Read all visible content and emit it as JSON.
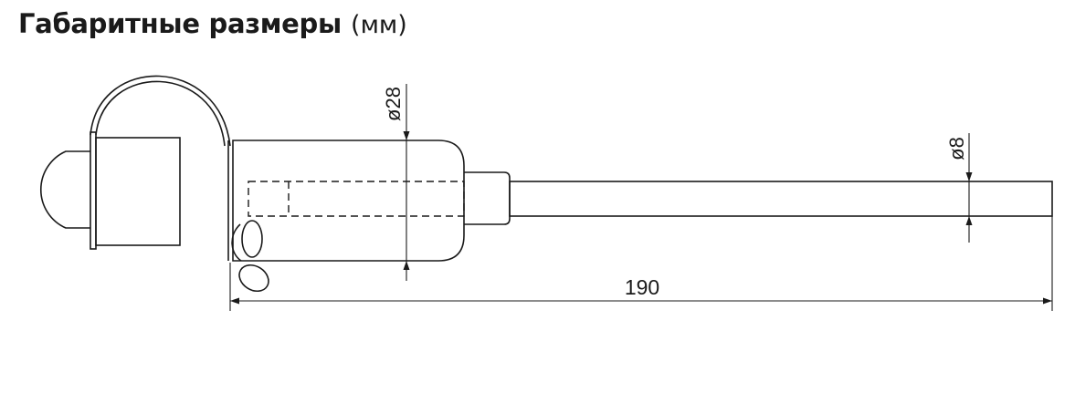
{
  "title": {
    "main": "Габаритные размеры",
    "unit": "(мм)"
  },
  "dimensions": {
    "body_diameter": "ø28",
    "probe_diameter": "ø8",
    "probe_length": "190"
  },
  "colors": {
    "line": "#1a1a1a",
    "background": "#ffffff"
  }
}
